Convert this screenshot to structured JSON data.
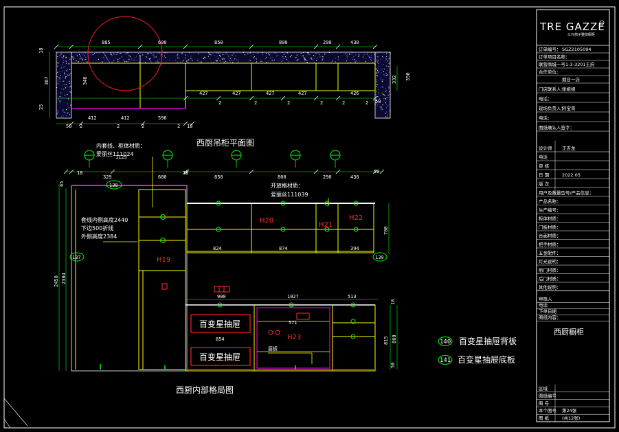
{
  "titles": {
    "plan": "西厨吊柜平面图",
    "elevation": "西厨内部格局图"
  },
  "brand": {
    "logo": "TRE GAZZE",
    "logo_sub": "三只鸽子整体橱柜"
  },
  "plan_dims": {
    "top": [
      "885",
      "600",
      "850",
      "800",
      "290",
      "430"
    ],
    "mid": [
      "427",
      "427",
      "427",
      "427",
      "426"
    ],
    "bottom": [
      "412",
      "412",
      "596"
    ],
    "left": [
      "18",
      "367",
      "25"
    ],
    "inner_left": "346",
    "right": [
      "332",
      "350"
    ],
    "bottom_small": [
      "50",
      "18",
      "50"
    ],
    "marks": [
      "2",
      "2",
      "2",
      "2",
      "2",
      "2",
      "2",
      "2",
      "2",
      "2"
    ]
  },
  "elev_dims": {
    "top": [
      "18",
      "329",
      "600",
      "18",
      "850",
      "800",
      "290",
      "430",
      "50"
    ],
    "top_sum": "1129",
    "left_total": "2450",
    "left_inner": "2384",
    "left_top": "65",
    "upper_heights": "700",
    "upper_widths": [
      "824",
      "874",
      "394"
    ],
    "lower_top": [
      "900",
      "1027",
      "513"
    ],
    "lower_mid": "571",
    "lower_left": "854",
    "right": [
      "18",
      "815",
      "860",
      "50"
    ]
  },
  "notes": {
    "n1_line1": "内套线、柜体材质：",
    "n1_line2": "爱丽丝111024",
    "n2_line1": "开放格材质：",
    "n2_line2": "爱丽丝111039",
    "n3_line1": "套线内侧高度2440",
    "n3_line2": "下边500折线",
    "n3_line3": "外侧高度2384",
    "shelf_note": "层板"
  },
  "labels": {
    "h19": "H19",
    "h20": "H20",
    "h21": "H21",
    "h22": "H22",
    "h23": "H23",
    "drawer1": "百变星抽屉",
    "drawer2": "百变星抽屉"
  },
  "callouts": {
    "c138": "138",
    "c137": "137",
    "c139": "139"
  },
  "legend": [
    {
      "num": "140",
      "text": "百变星抽屉背板"
    },
    {
      "num": "141",
      "text": "百变星抽屉底板"
    }
  ],
  "title_block": {
    "rows_top": [
      {
        "label": "订单编号：",
        "value": "SGZ2105094"
      },
      {
        "label": "订单项目名称：",
        "value": ""
      },
      {
        "label": "联营商城一号1-3-3201王府",
        "value": ""
      },
      {
        "label": "合作单位：",
        "value": ""
      },
      {
        "label": "",
        "value": "烟台一店"
      }
    ],
    "rows_info": [
      {
        "label": "门店联系人：",
        "value": "张姐姐"
      },
      {
        "label": "电话：",
        "value": ""
      },
      {
        "label": "现场负责人：",
        "value": "阿宝哥"
      },
      {
        "label": "电话：",
        "value": ""
      },
      {
        "label": "图纸确认人签字：",
        "value": ""
      }
    ],
    "rows_design": [
      {
        "label": "设计师",
        "value": "王吉龙"
      },
      {
        "label": "电话",
        "value": ""
      },
      {
        "label": "审 核",
        "value": ""
      },
      {
        "label": "日 期",
        "value": "2022.05"
      },
      {
        "label": "版 次",
        "value": ""
      },
      {
        "label": "用户及数量型号/产品信息：",
        "value": ""
      }
    ],
    "rows_prod": [
      "产品名称：",
      "生产编号：",
      "柜体材质：",
      "门板材质：",
      "台面材质：",
      "把手材质：",
      "五金配件：",
      "灯光说明：",
      "前门材质：",
      "后门材质：",
      "其他说明："
    ],
    "rows_mid": [
      "审核人",
      "电话",
      "下单日期",
      "图纸内容："
    ],
    "content": "西厨橱柜",
    "rows_bottom": [
      {
        "label": "区域",
        "value": ""
      },
      {
        "label": "图纸编号",
        "value": ""
      },
      {
        "label": "图 号",
        "value": ""
      },
      {
        "label": "本个图号",
        "value": "第24张"
      },
      {
        "label": "图 纸",
        "value": "(共12张)"
      }
    ]
  },
  "colors": {
    "cyan": "#00ffff",
    "yellow": "#ffff00",
    "green": "#00ff00",
    "red": "#ff0000",
    "magenta": "#ff00ff",
    "blue": "#4040ff"
  }
}
